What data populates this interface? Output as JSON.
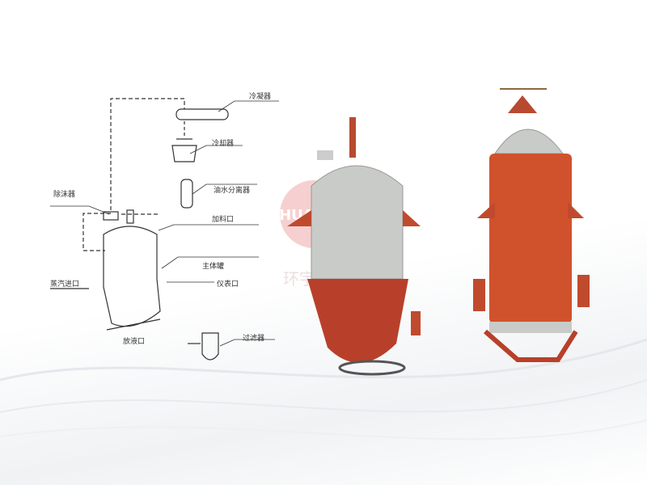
{
  "diagram": {
    "labels": {
      "condenser": "冷凝器",
      "cooler": "冷却器",
      "oil_water_separator": "油水分离器",
      "foam_remover": "除沫器",
      "feed_inlet": "加料口",
      "main_tank": "主体罐",
      "instrument_port": "仪表口",
      "steam_inlet": "蒸汽进口",
      "discharge_port": "放液口",
      "filter": "过滤器"
    }
  },
  "watermark": {
    "text": "环宇",
    "latin": "HUANYU"
  },
  "colors": {
    "tank_red": "#c8482a",
    "steel": "#c9cbc8",
    "watermark": "#e87a7a"
  }
}
